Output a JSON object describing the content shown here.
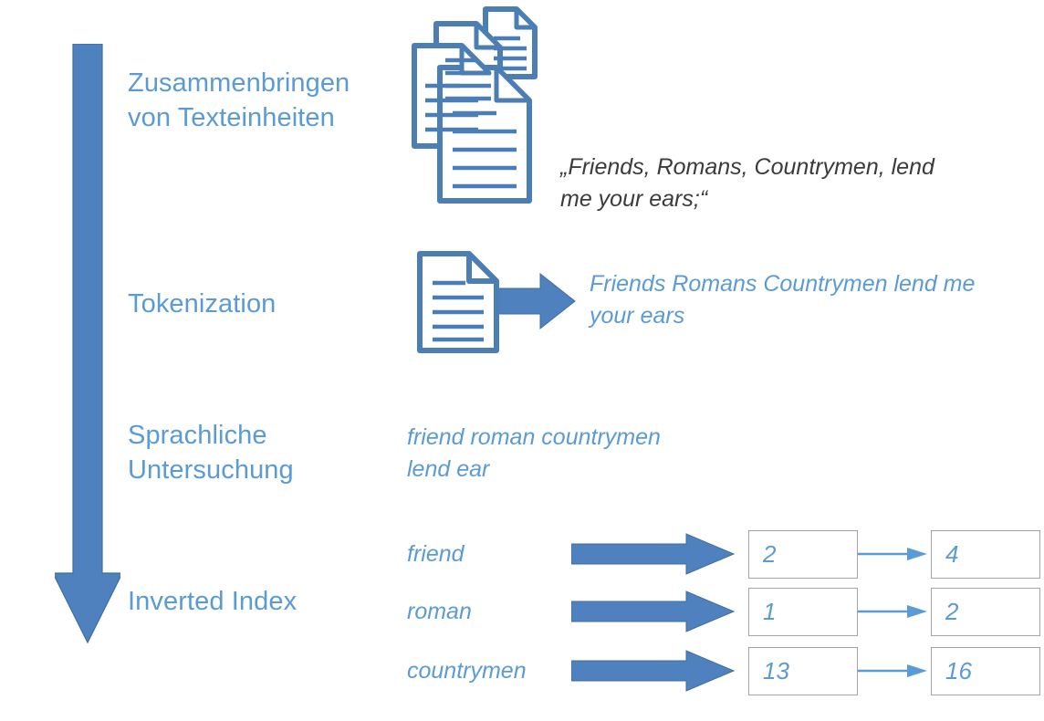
{
  "diagram": {
    "title": "Information Retrieval Pipeline",
    "accent_color": "#4e81bd",
    "label_color": "#5b9bd5",
    "box_border_color": "#a6a6a6",
    "quote_color": "#3b3b3b",
    "flow_arrow_name": "downward-pipeline-arrow"
  },
  "stages": [
    {
      "label": "Zusammenbringen\nvon Texteinheiten"
    },
    {
      "label": "Tokenization"
    },
    {
      "label": "Sprachliche\nUntersuchung"
    },
    {
      "label": "Inverted Index"
    }
  ],
  "documents": {
    "quote": "„Friends, Romans, Countrymen, lend\nme your ears;“",
    "stack_icon": "document-stack-icon",
    "stack_count": 4
  },
  "tokenization": {
    "source_icon": "document-icon",
    "arrow_icon": "right-block-arrow-icon",
    "tokens_text": "Friends Romans Countrymen lend me\nyour ears"
  },
  "linguistic": {
    "normalized_text": "friend roman countrymen\nlend ear"
  },
  "inverted_index": {
    "rows": [
      {
        "term": "friend",
        "postings": [
          "2",
          "4"
        ]
      },
      {
        "term": "roman",
        "postings": [
          "1",
          "2"
        ]
      },
      {
        "term": "countrymen",
        "postings": [
          "13",
          "16"
        ]
      }
    ]
  }
}
